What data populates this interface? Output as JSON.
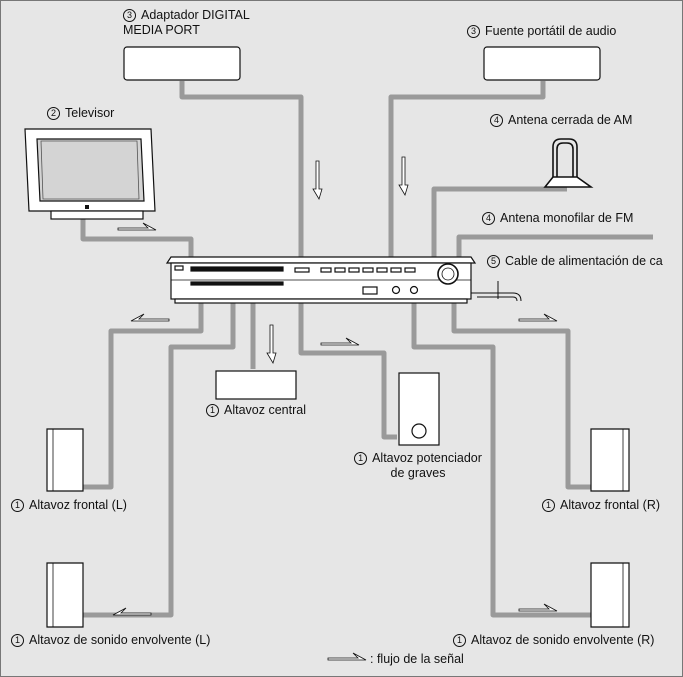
{
  "labels": {
    "digital_media_port_num": "3",
    "digital_media_port_line1": "Adaptador DIGITAL",
    "digital_media_port_line2": "MEDIA PORT",
    "portable_source_num": "3",
    "portable_source": "Fuente portátil de audio",
    "television_num": "2",
    "television": "Televisor",
    "am_antenna_num": "4",
    "am_antenna": "Antena cerrada de AM",
    "fm_antenna_num": "4",
    "fm_antenna": "Antena monofilar de FM",
    "power_cable_num": "5",
    "power_cable": "Cable de alimentación de ca",
    "center_speaker_num": "1",
    "center_speaker": "Altavoz central",
    "subwoofer_num": "1",
    "subwoofer_line1": "Altavoz potenciador",
    "subwoofer_line2": "de graves",
    "front_left_num": "1",
    "front_left": "Altavoz frontal (L)",
    "front_right_num": "1",
    "front_right": "Altavoz frontal (R)",
    "surround_left_num": "1",
    "surround_left": "Altavoz de sonido envolvente (L)",
    "surround_right_num": "1",
    "surround_right": "Altavoz de sonido envolvente (R)",
    "legend": ": flujo de la señal"
  },
  "colors": {
    "background": "#e6e6e6",
    "cable": "#9a9a9a",
    "device_fill": "#ffffff",
    "outline": "#111111"
  }
}
